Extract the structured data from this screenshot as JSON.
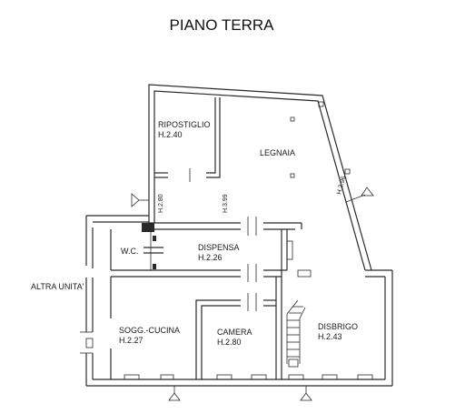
{
  "plan": {
    "title": "PIANO TERRA",
    "rooms": {
      "ripostiglio": {
        "name": "RIPOSTIGLIO",
        "height": "H.2.40"
      },
      "legnaia": {
        "name": "LEGNAIA"
      },
      "wc": {
        "name": "W.C."
      },
      "dispensa": {
        "name": "DISPENSA",
        "height": "H.2.26"
      },
      "soggiorno": {
        "name": "SOGG.-CUCINA",
        "height": "H.2.27"
      },
      "camera": {
        "name": "CAMERA",
        "height": "H.2.80"
      },
      "disbrigo": {
        "name": "DISBRIGO",
        "height": "H.2.43"
      }
    },
    "altra_unita": "ALTRA UNITA'",
    "height_marks": {
      "h280": "H.2.80",
      "h399": "H.3.99",
      "h296": "H.2.96"
    }
  }
}
